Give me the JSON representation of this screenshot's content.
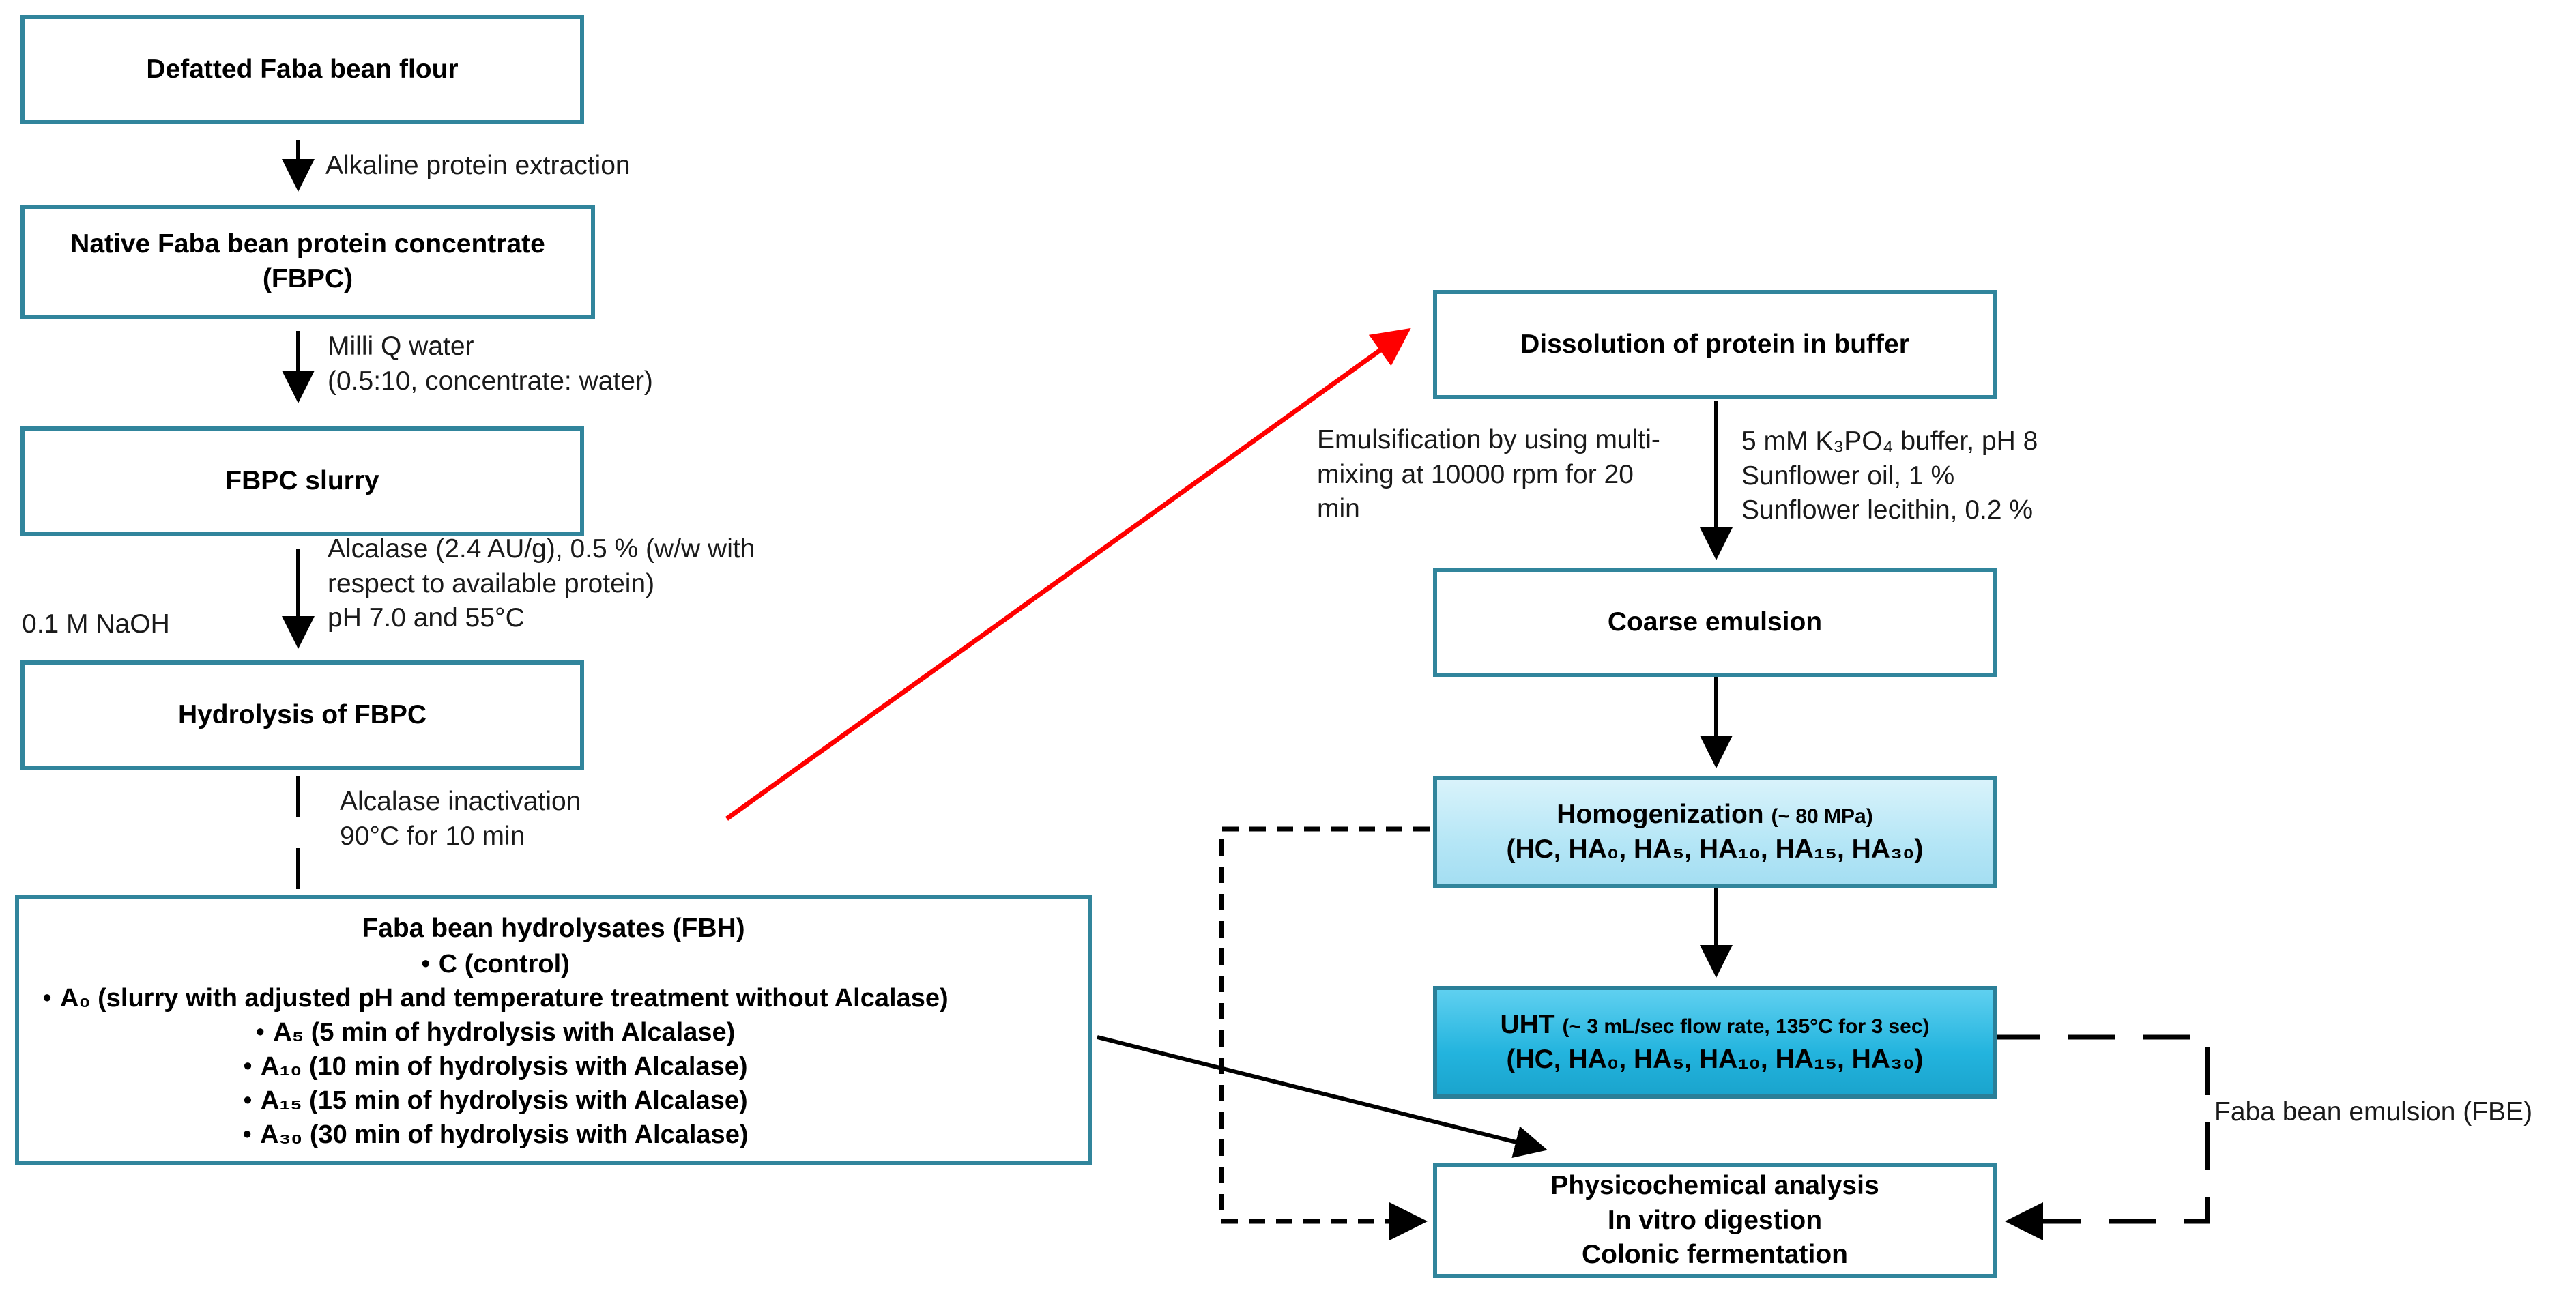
{
  "left_flow": {
    "defatted_flour": "Defatted Faba bean flour",
    "step1_label": "Alkaline protein extraction",
    "native_fbpc": [
      "Native Faba bean protein concentrate",
      "(FBPC)"
    ],
    "step2_label": [
      "Milli Q water",
      "(0.5:10, concentrate: water)"
    ],
    "fbpc_slurry": "FBPC slurry",
    "step3_label": [
      "Alcalase (2.4 AU/g), 0.5 % (w/w with",
      "respect to available protein)",
      "pH 7.0 and 55°C"
    ],
    "naoh_label": "0.1 M NaOH",
    "hydrolysis": "Hydrolysis of FBPC",
    "step4_label": [
      "Alcalase inactivation",
      "90°C for 10 min"
    ]
  },
  "hydrolysates": {
    "title": "Faba bean hydrolysates (FBH)",
    "items": [
      "C (control)",
      "A₀ (slurry with adjusted pH and temperature treatment without Alcalase)",
      "A₅ (5 min of hydrolysis with Alcalase)",
      "A₁₀ (10 min of hydrolysis with Alcalase)",
      "A₁₅ (15 min of hydrolysis with Alcalase)",
      "A₃₀ (30 min of hydrolysis with Alcalase)"
    ]
  },
  "right_flow": {
    "dissolution": "Dissolution of protein in buffer",
    "emulsification_label": [
      "Emulsification by using multi-",
      "mixing at 10000 rpm for 20",
      "min"
    ],
    "buffer_label": [
      "5 mM K₃PO₄ buffer, pH 8",
      "Sunflower oil, 1 %",
      "Sunflower lecithin, 0.2 %"
    ],
    "coarse_emulsion": "Coarse emulsion",
    "homogenization": {
      "title": "Homogenization",
      "condition": "(~ 80 MPa)",
      "samples": "(HC, HA₀, HA₅, HA₁₀, HA₁₅, HA₃₀)"
    },
    "uht": {
      "title": "UHT",
      "condition": "(~ 3 mL/sec flow rate, 135°C for 3 sec)",
      "samples": "(HC, HA₀, HA₅, HA₁₀, HA₁₅, HA₃₀)"
    },
    "fbe_label": "Faba bean emulsion (FBE)",
    "analysis": [
      "Physicochemical analysis",
      "In vitro digestion",
      "Colonic fermentation"
    ]
  },
  "colors": {
    "box_border": "#31859c",
    "arrow": "#000000",
    "highlight_arrow": "#ff0000",
    "homogenization_fill": "#b5e6f6",
    "uht_fill": "#23b4de"
  }
}
